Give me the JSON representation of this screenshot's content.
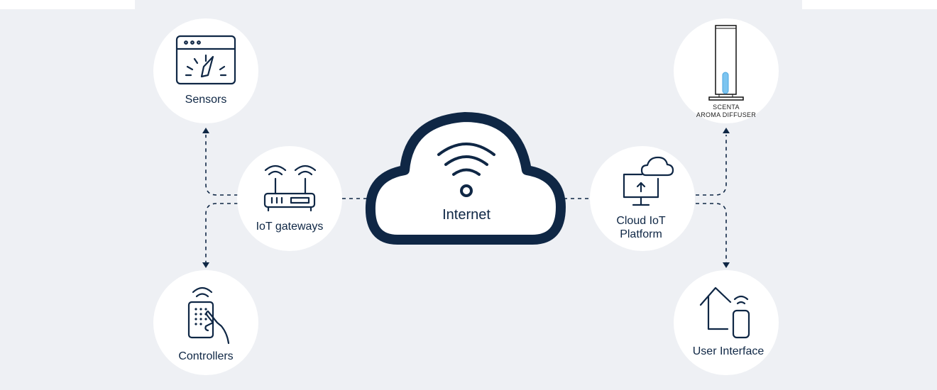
{
  "title": "IoT architecture diagram",
  "center": {
    "label": "Internet"
  },
  "nodes": {
    "sensors": "Sensors",
    "gateways": "IoT gateways",
    "controllers": "Controllers",
    "cloud_platform_line1": "Cloud IoT",
    "cloud_platform_line2": "Platform",
    "diffuser_line1": "SCENTA",
    "diffuser_line2": "AROMA DIFFUSER",
    "user_interface": "User Interface"
  },
  "colors": {
    "navy": "#0f2745",
    "background": "#eef0f4",
    "accent_blue": "#7cc4f0"
  }
}
